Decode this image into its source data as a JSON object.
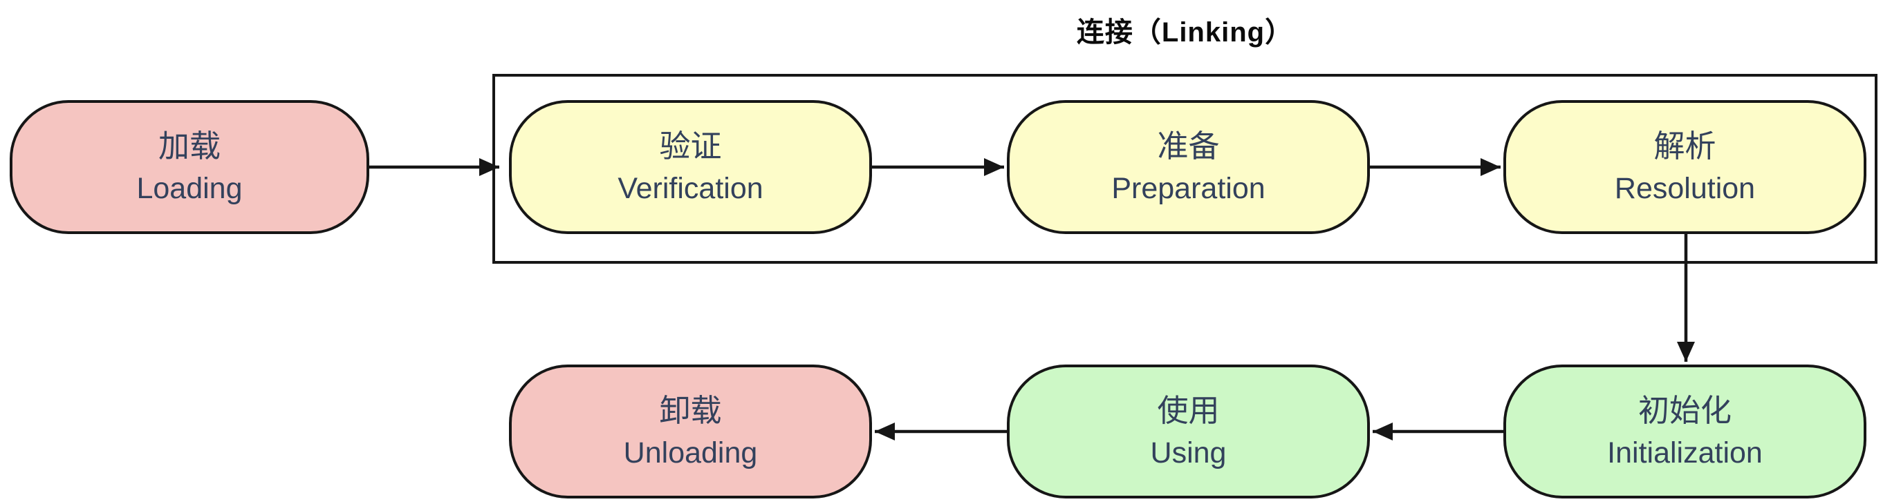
{
  "diagram": {
    "group": {
      "label": "连接（Linking）",
      "members": [
        "verification",
        "preparation",
        "resolution"
      ]
    },
    "nodes": [
      {
        "id": "loading",
        "label_zh": "加载",
        "label_en": "Loading",
        "color": "pink"
      },
      {
        "id": "verification",
        "label_zh": "验证",
        "label_en": "Verification",
        "color": "yellow"
      },
      {
        "id": "preparation",
        "label_zh": "准备",
        "label_en": "Preparation",
        "color": "yellow"
      },
      {
        "id": "resolution",
        "label_zh": "解析",
        "label_en": "Resolution",
        "color": "yellow"
      },
      {
        "id": "initialization",
        "label_zh": "初始化",
        "label_en": "Initialization",
        "color": "green"
      },
      {
        "id": "using",
        "label_zh": "使用",
        "label_en": "Using",
        "color": "green"
      },
      {
        "id": "unloading",
        "label_zh": "卸载",
        "label_en": "Unloading",
        "color": "pink"
      }
    ],
    "edges": [
      {
        "from": "loading",
        "to": "verification"
      },
      {
        "from": "verification",
        "to": "preparation"
      },
      {
        "from": "preparation",
        "to": "resolution"
      },
      {
        "from": "resolution",
        "to": "initialization"
      },
      {
        "from": "initialization",
        "to": "using"
      },
      {
        "from": "using",
        "to": "unloading"
      }
    ],
    "colors": {
      "pink": "#f5c5c1",
      "yellow": "#fdfcc9",
      "green": "#cdf8c6",
      "border": "#161616",
      "text": "#33415c",
      "title": "#0b0b0b"
    }
  }
}
